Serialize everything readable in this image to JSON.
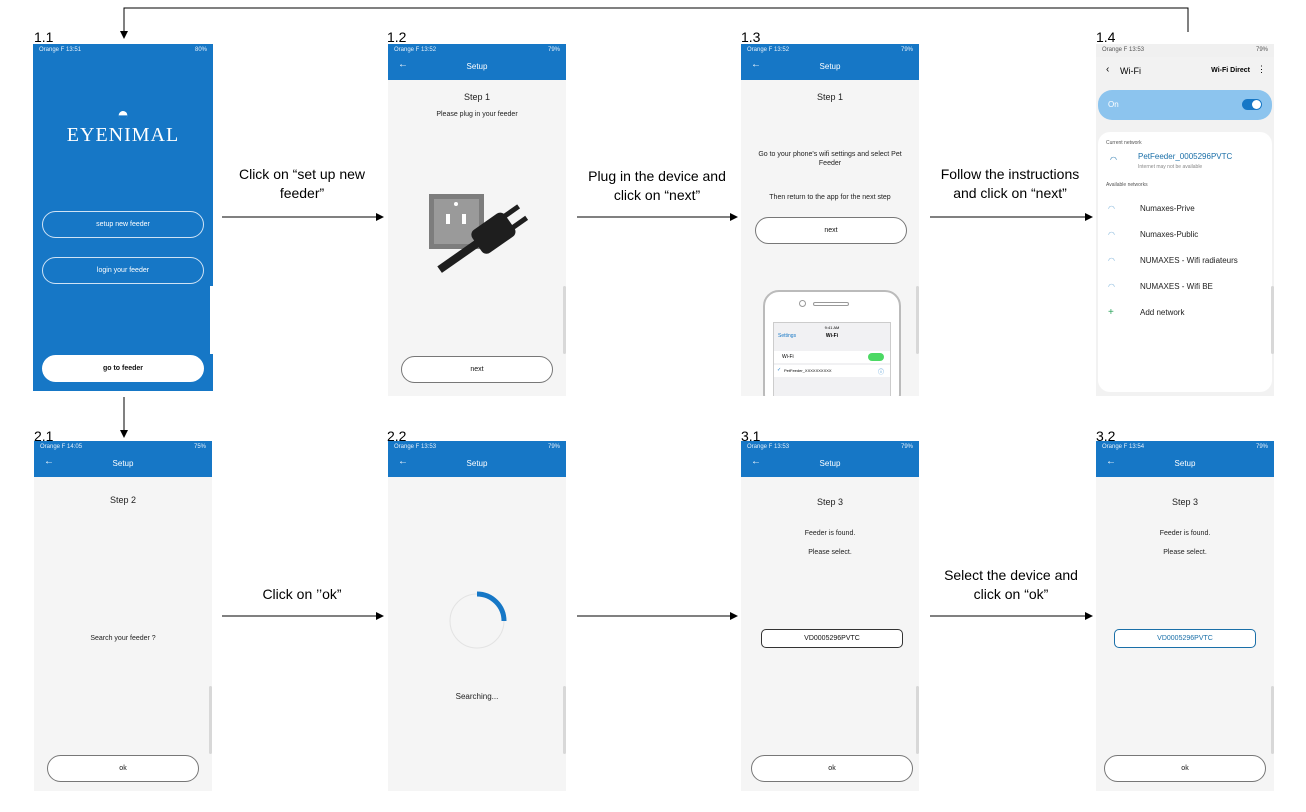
{
  "steps": {
    "s11": "1.1",
    "s12": "1.2",
    "s13": "1.3",
    "s14": "1.4",
    "s21": "2.1",
    "s22": "2.2",
    "s31": "3.1",
    "s32": "3.2"
  },
  "captions": {
    "c1": "Click on “set up new feeder”",
    "c2": "Plug in the device and click on “next”",
    "c3": "Follow the instructions and click on “next”",
    "c4": "Click on ’’ok”",
    "c5": "Select the device and click on “ok”"
  },
  "screens": {
    "s11": {
      "status_left": "Orange F  13:51",
      "status_right": "80%",
      "logo": "EYENIMAL",
      "setup_btn": "setup new feeder",
      "login_btn": "login your feeder",
      "goto_btn": "go to feeder"
    },
    "s12": {
      "status_left": "Orange F  13:52",
      "status_right": "79%",
      "title": "Setup",
      "heading": "Step 1",
      "sub": "Please plug in your feeder",
      "next": "next"
    },
    "s13": {
      "status_left": "Orange F  13:52",
      "status_right": "79%",
      "title": "Setup",
      "heading": "Step 1",
      "instr": "Go to your phone's wifi settings and select Pet Feeder",
      "return": "Then return to the app for the next step",
      "next": "next",
      "ph_time": "9:41 AM",
      "ph_settings": "Settings",
      "ph_title": "Wi-Fi",
      "ph_wifi": "Wi-Fi",
      "ph_net": "PetFeeder_XXXXXXXXXX"
    },
    "s14": {
      "status_left": "Orange F  13:53",
      "status_right": "79%",
      "title": "Wi-Fi",
      "direct": "Wi-Fi Direct",
      "on": "On",
      "current_label": "Current network",
      "current_name": "PetFeeder_0005296PVTC",
      "current_sub": "Internet may not be available",
      "available_label": "Available networks",
      "networks": [
        "Numaxes-Prive",
        "Numaxes-Public",
        "NUMAXES - Wifi radiateurs",
        "NUMAXES - Wifi BE"
      ],
      "add": "Add network"
    },
    "s21": {
      "status_left": "Orange F  14:05",
      "status_right": "75%",
      "title": "Setup",
      "heading": "Step 2",
      "question": "Search your feeder ?",
      "ok": "ok"
    },
    "s22": {
      "status_left": "Orange F  13:53",
      "status_right": "79%",
      "title": "Setup",
      "searching": "Searching..."
    },
    "s31": {
      "status_left": "Orange F  13:53",
      "status_right": "79%",
      "title": "Setup",
      "heading": "Step 3",
      "found": "Feeder is found.",
      "select": "Please select.",
      "device": "VD0005296PVTC",
      "ok": "ok"
    },
    "s32": {
      "status_left": "Orange F  13:54",
      "status_right": "79%",
      "title": "Setup",
      "heading": "Step 3",
      "found": "Feeder is found.",
      "select": "Please select.",
      "device": "VD0005296PVTC",
      "ok": "ok"
    }
  },
  "colors": {
    "primary": "#1677c6",
    "toggle_bg": "#8cc4ee",
    "selected": "#1a6fa8"
  }
}
